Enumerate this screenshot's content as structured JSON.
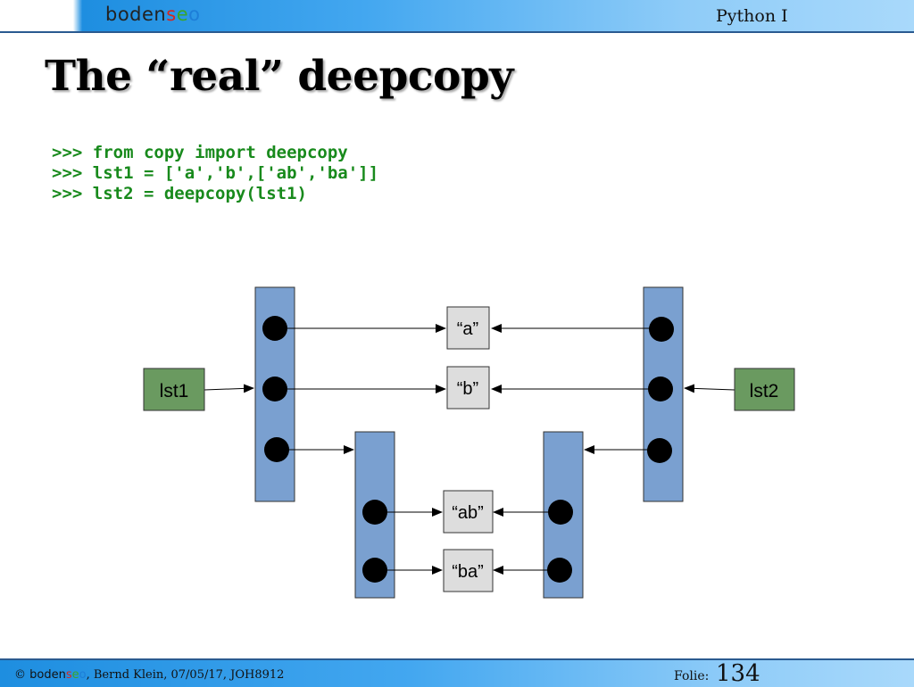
{
  "header": {
    "logo_prefix": "boden",
    "logo_s": "s",
    "logo_e": "e",
    "logo_o": "o",
    "course": "Python I"
  },
  "title": "The “real” deepcopy",
  "code_lines": [
    ">>> from copy import deepcopy",
    ">>> lst1 = ['a','b',['ab','ba']]",
    ">>> lst2 = deepcopy(lst1)"
  ],
  "diagram": {
    "variables": [
      "lst1",
      "lst2"
    ],
    "values": [
      "“a”",
      "“b”",
      "“ab”",
      "“ba”"
    ],
    "colors": {
      "variable_fill": "#6a9a60",
      "list_fill": "#7aa0d0",
      "value_fill": "#dddddd",
      "dot": "#000000"
    }
  },
  "footer": {
    "copyright": "© ",
    "brand_prefix": "boden",
    "brand_s": "s",
    "brand_e": "e",
    "brand_o": "o",
    "credit": ", Bernd Klein, 07/05/17, JOH8912",
    "folie_label": "Folie:",
    "folie_number": "134"
  }
}
